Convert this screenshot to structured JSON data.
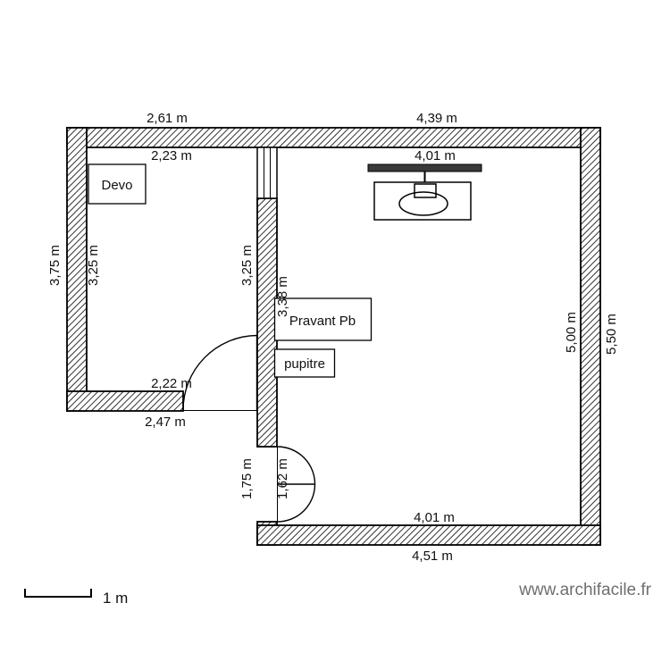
{
  "dimensions": {
    "top_outer_left_room": "2,61 m",
    "top_outer_right_room": "4,39 m",
    "top_inner_left_room": "2,23 m",
    "top_inner_right_room": "4,01 m",
    "left_wall_outer": "3,75 m",
    "left_wall_inner": "3,25 m",
    "divider_left_face": "3,25 m",
    "divider_right_face": "3,38 m",
    "right_wall_inner": "5,00 m",
    "right_wall_outer": "5,50 m",
    "bottom_inner_left_room": "2,22 m",
    "bottom_outer_left_room": "2,47 m",
    "bottom_inner_right_room": "4,01 m",
    "bottom_outer_right_room": "4,51 m",
    "divider_lower_left_face": "1,75 m",
    "divider_door_opening": "1,62 m"
  },
  "furniture": {
    "room_label": "Devo",
    "item1": "Pravant Pb",
    "item2": "pupitre"
  },
  "footer": {
    "scale_label": "1 m",
    "website": "www.archifacile.fr"
  },
  "colors": {
    "wall_outline": "#000000",
    "dimension_text": "#111111",
    "website_text": "#6f6f6f",
    "screen_fill": "#3a3a3a"
  }
}
